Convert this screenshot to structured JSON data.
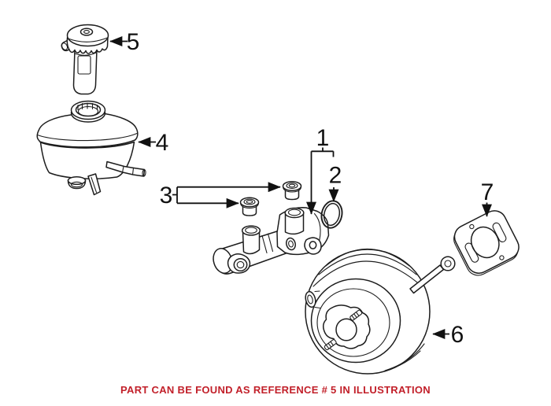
{
  "colors": {
    "background": "#ffffff",
    "line_art": "#1d1d1d",
    "note_red": "#c2202a",
    "callout_text": "#111111"
  },
  "note": {
    "text": "PART CAN BE FOUND AS REFERENCE # 5 IN ILLUSTRATION"
  },
  "callouts": [
    {
      "number": "1",
      "part_name": "master-cylinder"
    },
    {
      "number": "2",
      "part_name": "o-ring-seal"
    },
    {
      "number": "3",
      "part_name": "reservoir-grommets"
    },
    {
      "number": "4",
      "part_name": "fluid-reservoir"
    },
    {
      "number": "5",
      "part_name": "reservoir-cap"
    },
    {
      "number": "6",
      "part_name": "brake-booster"
    },
    {
      "number": "7",
      "part_name": "booster-gasket"
    }
  ]
}
